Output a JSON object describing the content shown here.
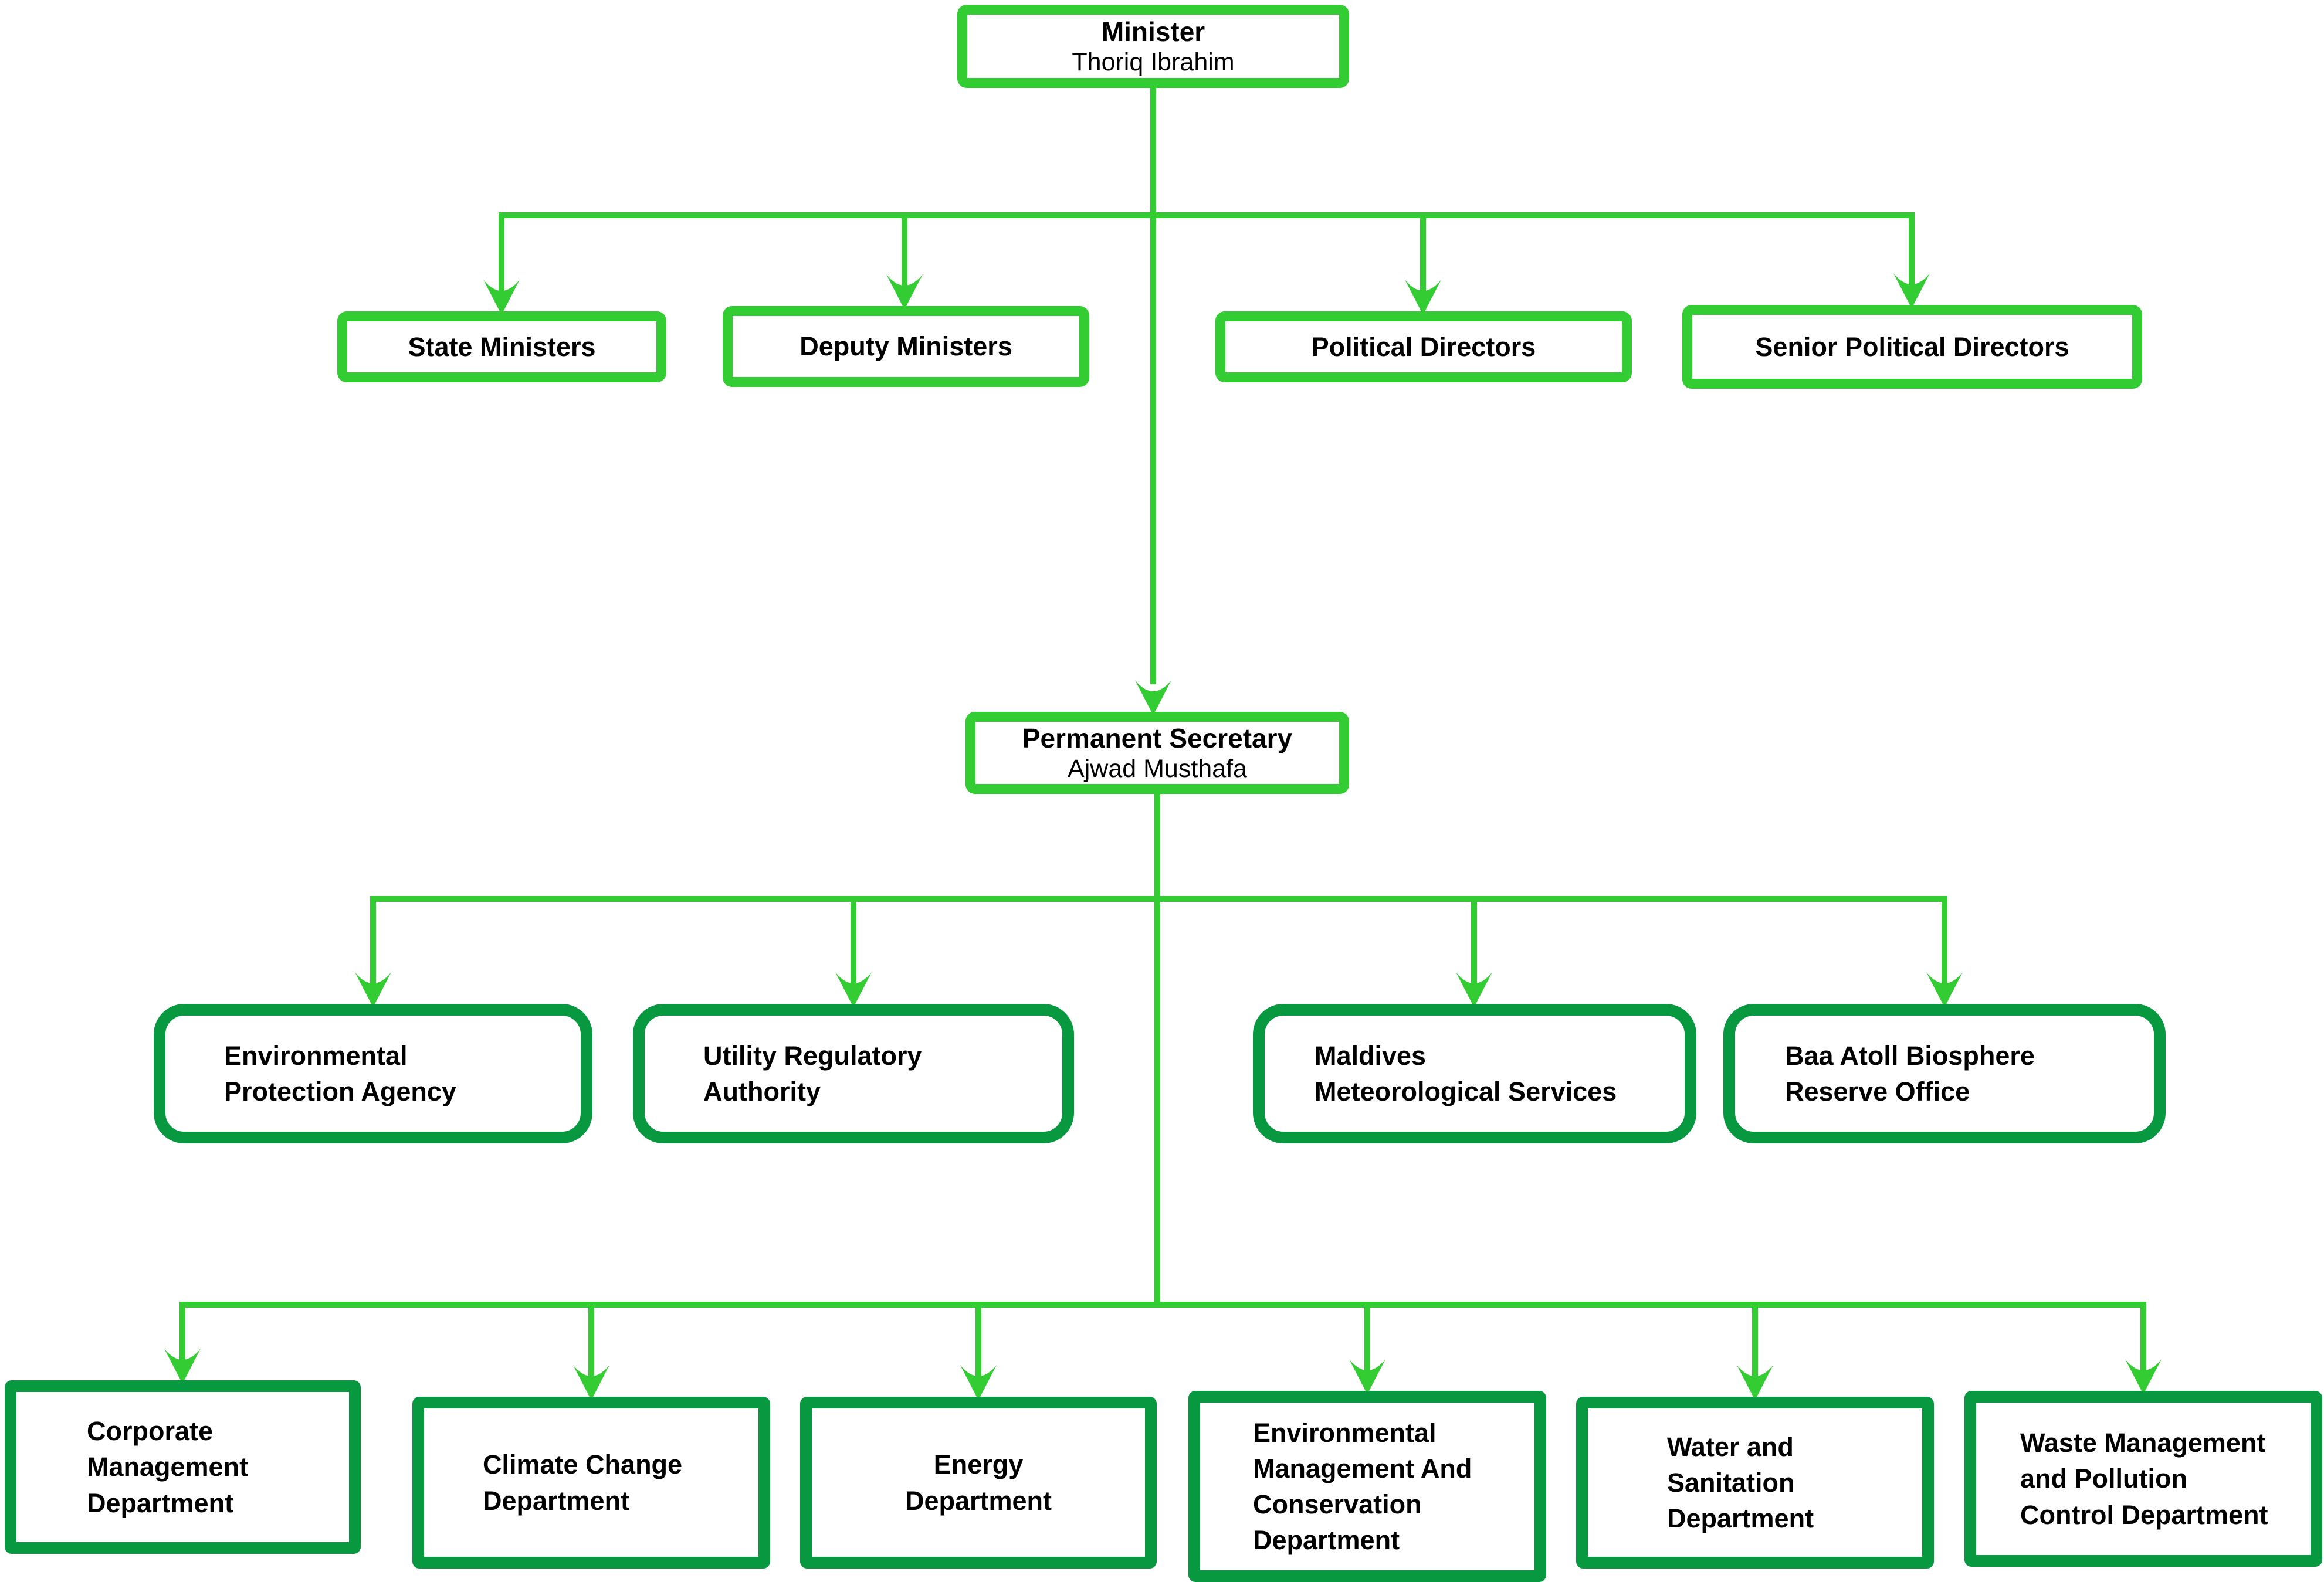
{
  "palette": {
    "line_green": "#33cc33",
    "box_green": "#089940",
    "text_color": "#000000",
    "background": "#ffffff"
  },
  "org_chart": {
    "minister": {
      "title": "Minister",
      "name": "Thoriq Ibrahim"
    },
    "executive_level": [
      {
        "label": "State Ministers"
      },
      {
        "label": "Deputy Ministers"
      },
      {
        "label": "Political Directors"
      },
      {
        "label": "Senior Political Directors"
      }
    ],
    "permanent_secretary": {
      "title": "Permanent Secretary",
      "name": "Ajwad Musthafa"
    },
    "agencies": [
      {
        "label": "Environmental\nProtection Agency"
      },
      {
        "label": "Utility Regulatory\nAuthority"
      },
      {
        "label": "Maldives\nMeteorological Services"
      },
      {
        "label": "Baa Atoll Biosphere\nReserve Office"
      }
    ],
    "departments": [
      {
        "label": "Corporate\nManagement\nDepartment"
      },
      {
        "label": "Climate Change\nDepartment"
      },
      {
        "label": "Energy\nDepartment"
      },
      {
        "label": "Environmental\nManagement And\nConservation\nDepartment"
      },
      {
        "label": "Water and\nSanitation\nDepartment"
      },
      {
        "label": "Waste Management\nand Pollution\nControl Department"
      }
    ]
  }
}
